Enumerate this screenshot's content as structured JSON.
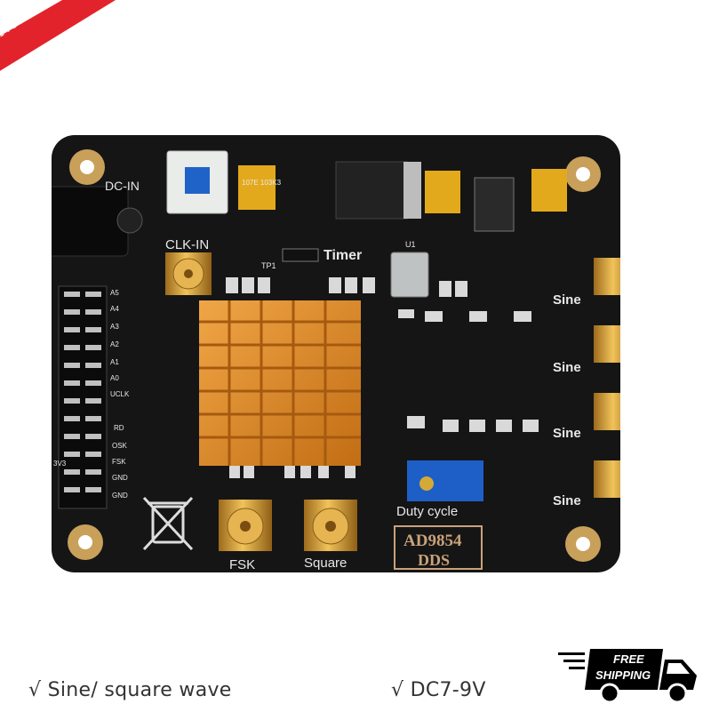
{
  "badge": {
    "label": "New",
    "color": "#e3232b"
  },
  "board": {
    "color": "#151515",
    "labels": {
      "dc_in": "DC-IN",
      "clk_in": "CLK-IN",
      "timer": "Timer",
      "tp1": "TP1",
      "u1": "U1",
      "duty_cycle": "Duty cycle",
      "fsk": "FSK",
      "square": "Square",
      "sine": [
        "Sine",
        "Sine",
        "Sine",
        "Sine"
      ],
      "chip_name": "AD9854",
      "chip_sub": "DDS",
      "capacitor_marking": "107E 103K3",
      "pins": [
        "A5",
        "A4",
        "A3",
        "A2",
        "A1",
        "A0",
        "UCLK",
        "RD",
        "OSK",
        "FSK",
        "3V3",
        "GND",
        "GND"
      ]
    },
    "icons": [
      "weee-bin-icon",
      "dc-jack-icon",
      "push-button-icon",
      "sma-connector-icon",
      "heatsink-icon",
      "potentiometer-icon",
      "pin-header-icon"
    ]
  },
  "features": {
    "item1": "√  Sine/ square wave",
    "item2": "√  DC7-9V"
  },
  "shipping": {
    "line1": "FREE",
    "line2": "SHIPPING"
  }
}
